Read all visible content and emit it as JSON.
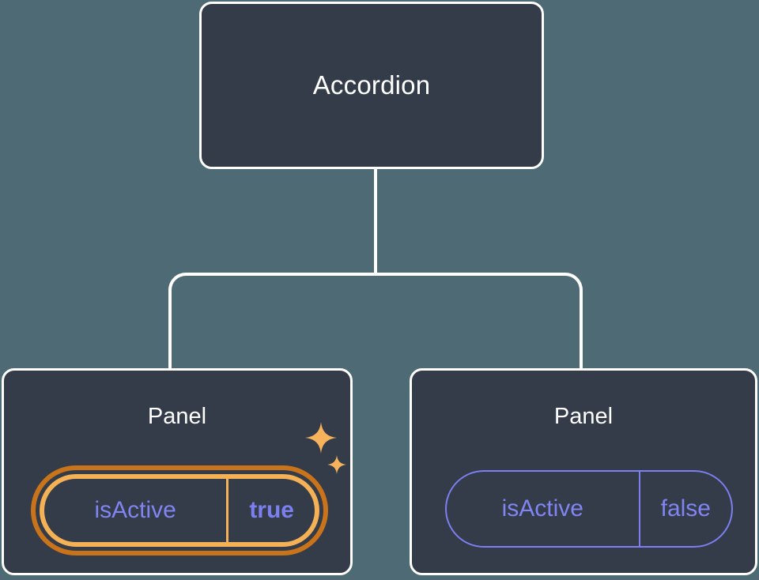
{
  "canvas": {
    "background_color": "#4d6a75",
    "card_fill_color": "#343b49",
    "card_border_color": "#ffffff",
    "connector_color": "#ffffff"
  },
  "tree": {
    "root": {
      "label": "Accordion"
    },
    "children": [
      {
        "label": "Panel",
        "highlighted": true,
        "prop": {
          "key": "isActive",
          "value": "true",
          "value_bold": true,
          "key_color": "#8085f2",
          "value_color": "#7b7ff0",
          "outer_ring_color": "#c9731a",
          "inner_ring_color": "#f5b155"
        },
        "sparkles": [
          {
            "name": "sparkle-large",
            "glyph": "✦",
            "color": "#f7b35c",
            "size": 40
          },
          {
            "name": "sparkle-small",
            "glyph": "✦",
            "color": "#f7b35c",
            "size": 24
          }
        ]
      },
      {
        "label": "Panel",
        "highlighted": false,
        "prop": {
          "key": "isActive",
          "value": "false",
          "value_bold": false,
          "key_color": "#8085f2",
          "value_color": "#8085f2",
          "border_color": "#7b7ff0"
        }
      }
    ]
  }
}
